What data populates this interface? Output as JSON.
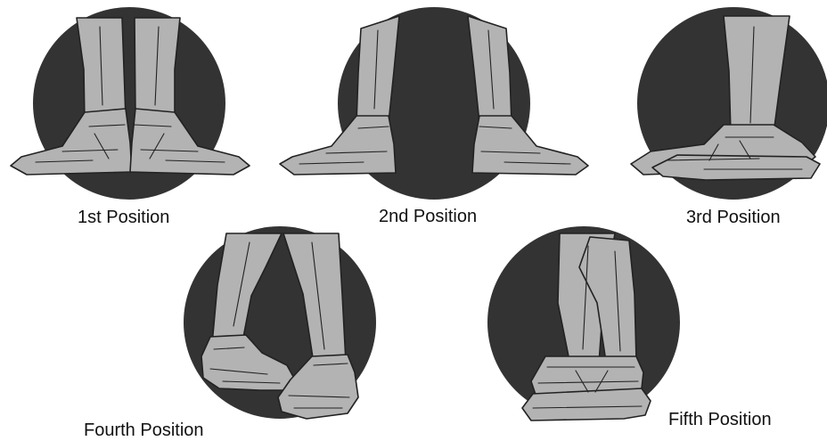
{
  "colors": {
    "disc": "#333333",
    "limb": "#b3b3b3",
    "outline": "#222222",
    "background": "#ffffff"
  },
  "positions": [
    {
      "label": "1st Position"
    },
    {
      "label": "2nd Position"
    },
    {
      "label": "3rd Position"
    },
    {
      "label": "Fourth Position"
    },
    {
      "label": "Fifth Position"
    }
  ]
}
